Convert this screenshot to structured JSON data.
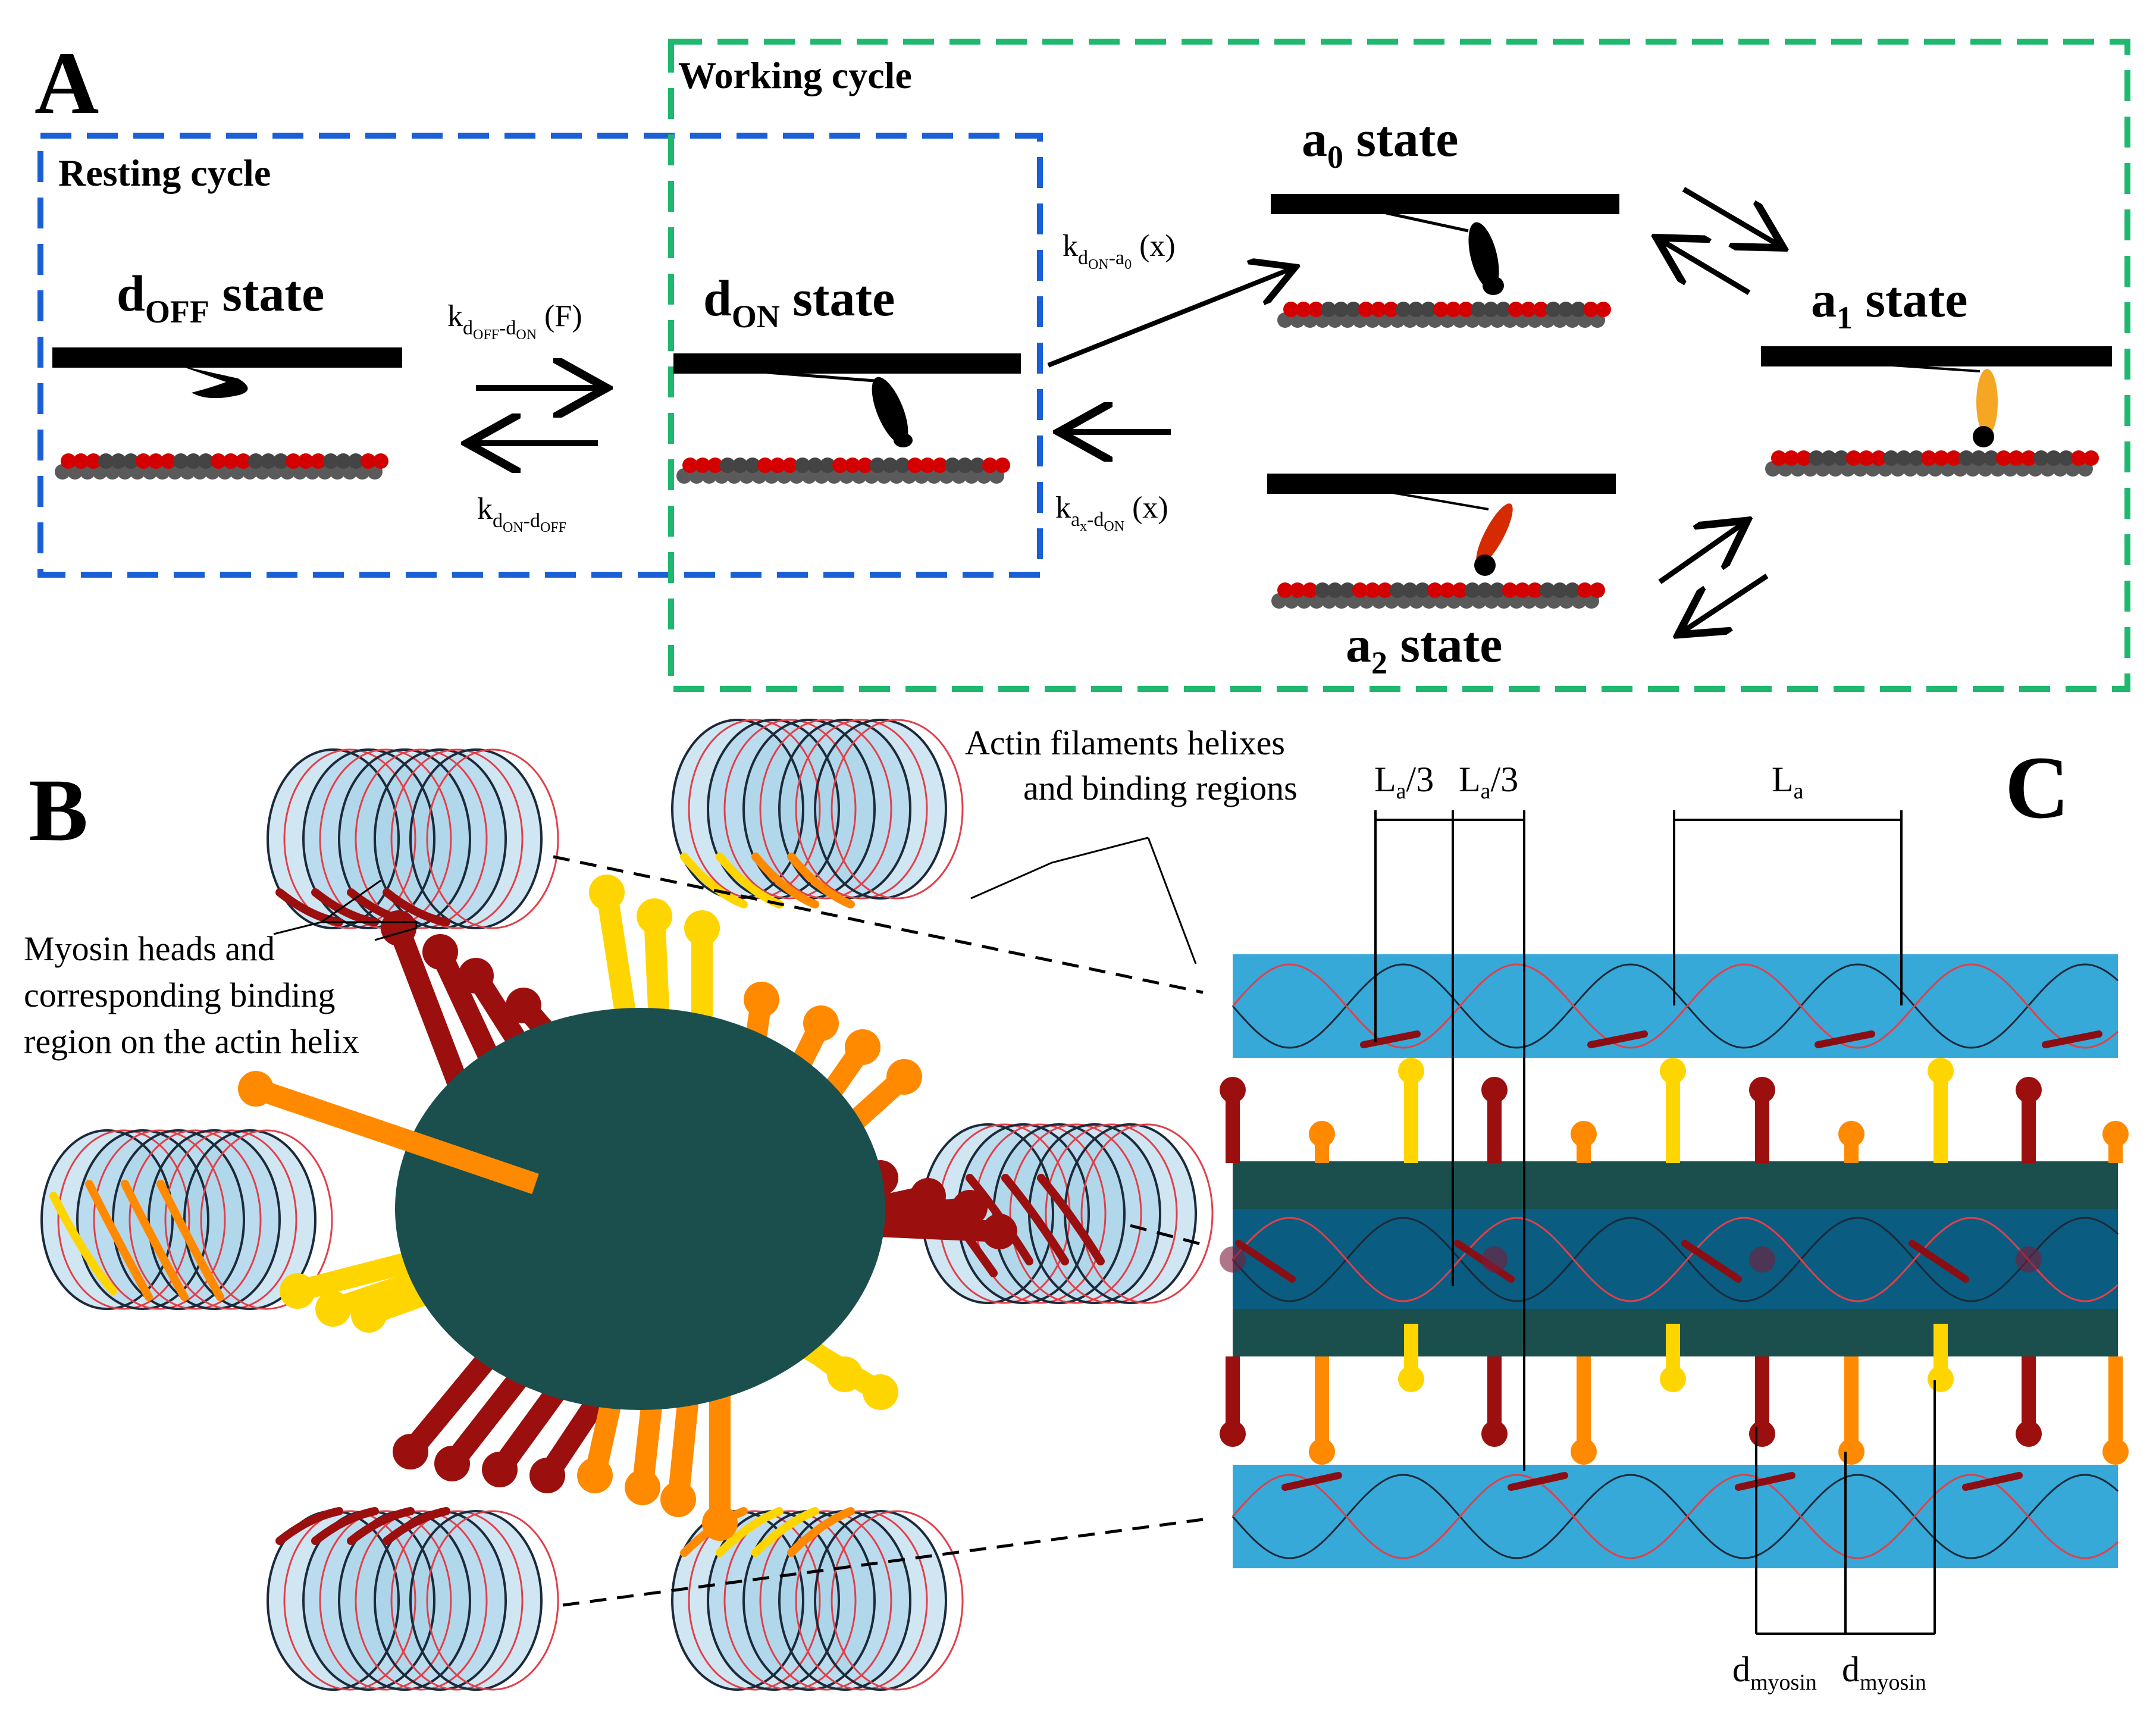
{
  "panels": {
    "a": "A",
    "b": "B",
    "c": "C"
  },
  "cycles": {
    "resting": "Resting cycle",
    "working": "Working cycle"
  },
  "states": {
    "d_off": {
      "main": "d",
      "sub": "OFF",
      "suffix": " state"
    },
    "d_on": {
      "main": "d",
      "sub": "ON",
      "suffix": " state"
    },
    "a0": {
      "main": "a",
      "sub": "0",
      "suffix": " state"
    },
    "a1": {
      "main": "a",
      "sub": "1",
      "suffix": " state"
    },
    "a2": {
      "main": "a",
      "sub": "2",
      "suffix": " state"
    }
  },
  "rates": {
    "doff_don": {
      "k": "k",
      "sub1": "d",
      "sub1b": "OFF",
      "sep": "-",
      "sub2": "d",
      "sub2b": "ON",
      "arg": " (F)"
    },
    "don_doff": {
      "k": "k",
      "sub1": "d",
      "sub1b": "ON",
      "sep": "-",
      "sub2": "d",
      "sub2b": "OFF",
      "arg": ""
    },
    "don_a0": {
      "k": "k",
      "sub1": "d",
      "sub1b": "ON",
      "sep": "-",
      "sub2": "a",
      "sub2b": "0",
      "arg": " (x)"
    },
    "ax_don": {
      "k": "k",
      "sub1": "a",
      "sub1b": "x",
      "sep": "-",
      "sub2": "d",
      "sub2b": "ON",
      "arg": " (x)"
    }
  },
  "notes": {
    "actin_line1": "Actin filaments helixes",
    "actin_line2": "and binding regions",
    "myosin_line1": "Myosin heads and",
    "myosin_line2": "corresponding binding",
    "myosin_line3": "region on the actin helix"
  },
  "dimensions": {
    "la3_a": {
      "main": "L",
      "sub": "a",
      "tail": "/3"
    },
    "la3_b": {
      "main": "L",
      "sub": "a",
      "tail": "/3"
    },
    "la": {
      "main": "L",
      "sub": "a",
      "tail": ""
    },
    "dmyosin_a": {
      "main": "d",
      "sub": "myosin"
    },
    "dmyosin_b": {
      "main": "d",
      "sub": "myosin"
    }
  },
  "colors": {
    "resting_box": "#1a5fd6",
    "working_box": "#1fb86e",
    "actin_blue": "#36a9d8",
    "thick_filament": "#1b4f4d",
    "myosin_darkred": "#9b0f0f",
    "myosin_orange": "#ff8a00",
    "myosin_yellow": "#ffd500",
    "bead_red": "#d40000",
    "bead_grey": "#5a5a5a"
  }
}
